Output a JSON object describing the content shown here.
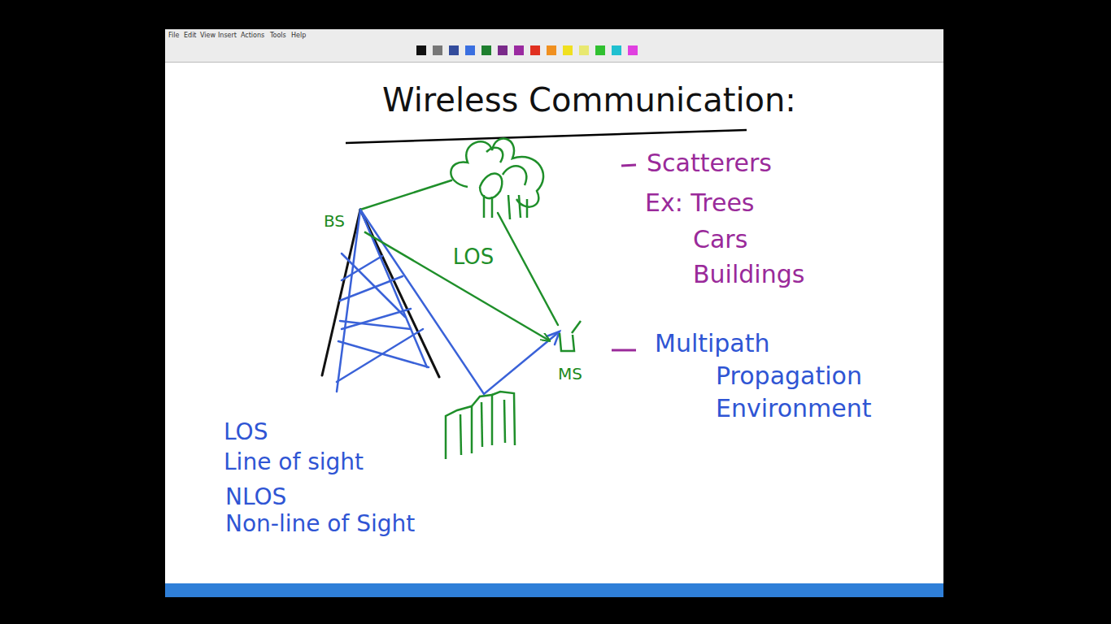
{
  "diagram": {
    "title": "Wireless Communication:",
    "nodes": [
      {
        "text": [
          "BS"
        ]
      },
      {
        "text": [
          "MS"
        ]
      }
    ],
    "edges": [
      {
        "from": 0,
        "to": 1,
        "label": "LOS",
        "arrow": "to"
      }
    ],
    "labels": [
      "File",
      "Edit",
      "View",
      "Insert",
      "Actions",
      "Tools",
      "Help",
      "Scatterers",
      "Ex: Trees",
      "Cars",
      "Buildings",
      "Multipath Propagation Environment",
      "LOS",
      "Line of sight",
      "NLOS",
      "Non-line of Sight"
    ]
  }
}
